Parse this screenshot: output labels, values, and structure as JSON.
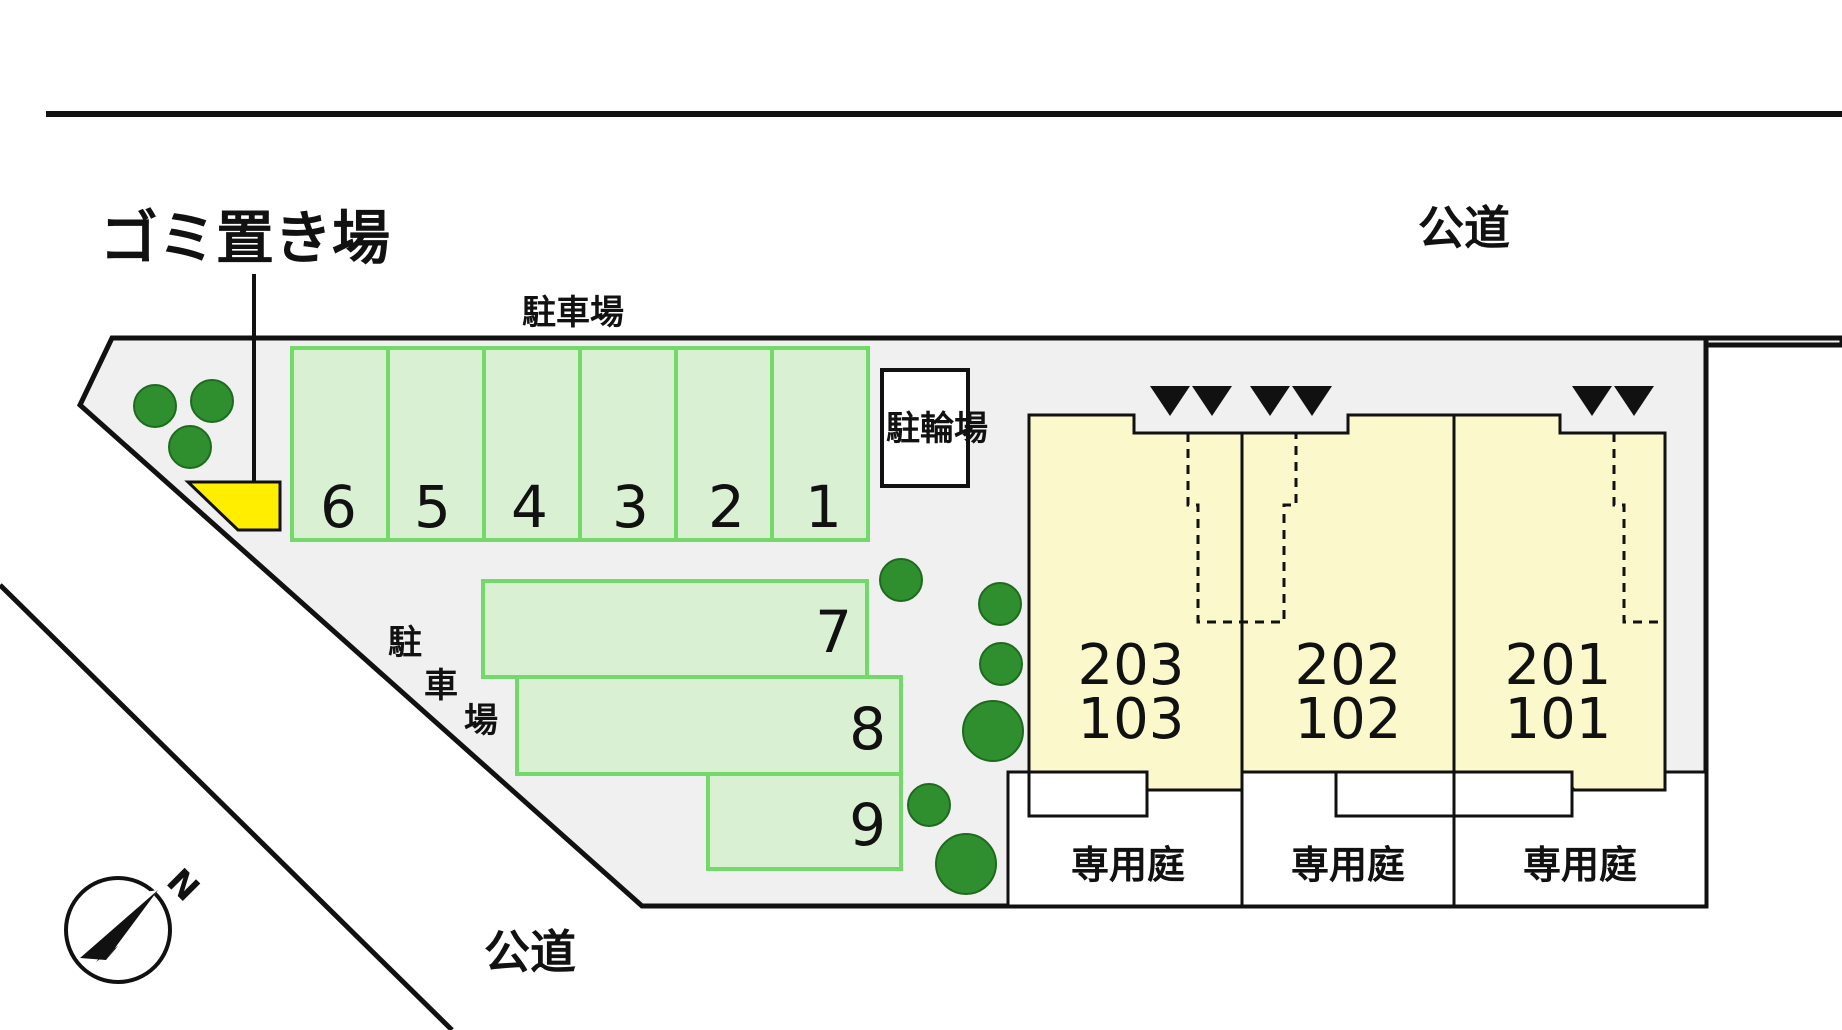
{
  "labels": {
    "garbage_area": "ゴミ置き場",
    "public_road_top": "公道",
    "public_road_bottom": "公道",
    "parking_top": "駐車場",
    "parking_side": [
      "駐",
      "車",
      "場"
    ],
    "bicycle_parking": "駐輪場",
    "north_mark": "N"
  },
  "parking_spaces": {
    "top_row": [
      "6",
      "5",
      "4",
      "3",
      "2",
      "1"
    ],
    "lower_rows": [
      "7",
      "8",
      "9"
    ]
  },
  "units": [
    {
      "upper": "203",
      "lower": "103",
      "garden": "専用庭"
    },
    {
      "upper": "202",
      "lower": "102",
      "garden": "専用庭"
    },
    {
      "upper": "201",
      "lower": "101",
      "garden": "専用庭"
    }
  ],
  "colors": {
    "parking_fill": "#d9f0d2",
    "parking_stroke": "#73d96b",
    "building_fill": "#fbf8cc",
    "garbage_fill": "#ffee00",
    "site_fill": "#f0f0f0",
    "tree": "#2f8f2f"
  }
}
